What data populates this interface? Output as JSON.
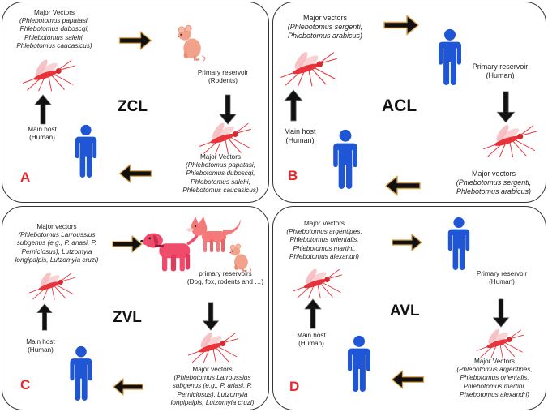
{
  "colors": {
    "human": "#1f56d6",
    "mosquito": "#e8333a",
    "rodent": "#f2a28a",
    "dog": "#f04b6b",
    "fox": "#f47a7a",
    "letter": "#e8262b",
    "arrow": "#111111"
  },
  "panels": [
    {
      "letter": "A",
      "title": "ZCL",
      "top_vectors": {
        "heading": "Major Vectors",
        "lines": [
          "(Phlebotomus papatasi,",
          "Phlebotomus duboscqi,",
          "Phlebotomus salehi,",
          "Phlebotomus caucasicus)"
        ]
      },
      "reservoir": {
        "heading": "Primary reservoir",
        "sub": "(Rodents)"
      },
      "bottom_vectors": {
        "heading": "Major Vectors",
        "lines": [
          "(Phlebotomus papatasi,",
          "Phlebotomus duboscqi,",
          "Phlebotomus salehi,",
          "Phlebotomus caucasicus)"
        ]
      },
      "host": {
        "heading": "Main host",
        "sub": "(Human)"
      }
    },
    {
      "letter": "B",
      "title": "ACL",
      "top_vectors": {
        "heading": "Major vectors",
        "lines": [
          "(Phlebotomus sergenti,",
          "Phlebotomus arabicus)"
        ]
      },
      "reservoir": {
        "heading": "Primary reservoir",
        "sub": "(Human)"
      },
      "bottom_vectors": {
        "heading": "Major vectors",
        "lines": [
          "(Phlebotomus sergenti,",
          "Phlebotomus arabicus)"
        ]
      },
      "host": {
        "heading": "Main host",
        "sub": "(Human)"
      }
    },
    {
      "letter": "C",
      "title": "ZVL",
      "top_vectors": {
        "heading": "Major vectors",
        "lines": [
          "(Phlebotomus Larroussius",
          "subgenus (e.g., P. ariasi, P.",
          "Perniciosus), Lutzomyia",
          "longipalpis, Lutzomyia cruzi)"
        ]
      },
      "reservoir": {
        "heading": "primary reservoirs",
        "sub": "(Dog, fox, rodents and …)"
      },
      "bottom_vectors": {
        "heading": "Major vectors",
        "lines": [
          "(Phlebotomus Larroussius",
          "subgenus (e.g., P. ariasi, P.",
          "Perniciosus), Lutzomyia",
          "longipalpis, Lutzomyia cruzi)"
        ]
      },
      "host": {
        "heading": "Main host",
        "sub": "(Human)"
      }
    },
    {
      "letter": "D",
      "title": "AVL",
      "top_vectors": {
        "heading": "Major Vectors",
        "lines": [
          "(Phlebotomus argentipes,",
          "Phlebotomus orientalis,",
          "Phlebotomus martini,",
          "Phlebotomus alexandri)"
        ]
      },
      "reservoir": {
        "heading": "Primary reservoir",
        "sub": "(Human)"
      },
      "bottom_vectors": {
        "heading": "Major Vectors",
        "lines": [
          "(Phlebotomus argentipes,",
          "Phlebotomus orientalis,",
          "Phlebotomus martini,",
          "Phlebotomus alexandri)"
        ]
      },
      "host": {
        "heading": "Main host",
        "sub": "(Human)"
      }
    }
  ]
}
